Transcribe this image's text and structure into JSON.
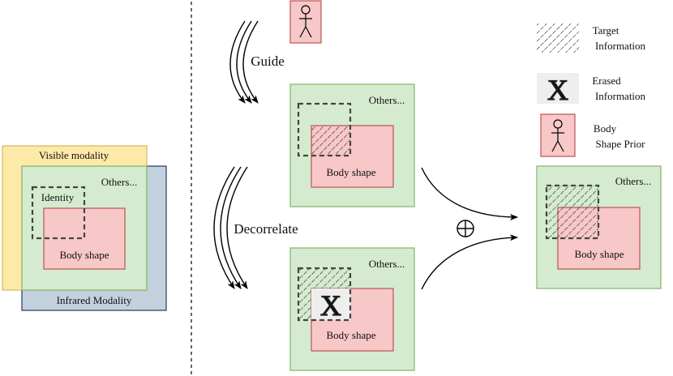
{
  "left_panel": {
    "visible_label": "Visible modality",
    "infrared_label": "Infrared Modality",
    "others_label": "Others...",
    "identity_label": "Identity",
    "body_shape_label": "Body shape"
  },
  "flow": {
    "guide_label": "Guide",
    "decorrelate_label": "Decorrelate"
  },
  "panels": {
    "top_others": "Others...",
    "top_body": "Body shape",
    "bottom_others": "Others...",
    "bottom_body": "Body shape",
    "result_others": "Others...",
    "result_body": "Body shape"
  },
  "legend": {
    "target_line1": "Target",
    "target_line2": "Information",
    "erased_line1": "Erased",
    "erased_line2": "Information",
    "prior_line1": "Body",
    "prior_line2": "Shape Prior"
  },
  "colors": {
    "visible_fill": "#fde9a8",
    "visible_stroke": "#d6b656",
    "infrared_fill": "#c3d1de",
    "infrared_stroke": "#1f3b5a",
    "green_fill": "#d5ebcf",
    "green_stroke": "#82b366",
    "pink_fill": "#f8c7c7",
    "pink_stroke": "#b85450",
    "erased_fill": "#eeeeee"
  }
}
